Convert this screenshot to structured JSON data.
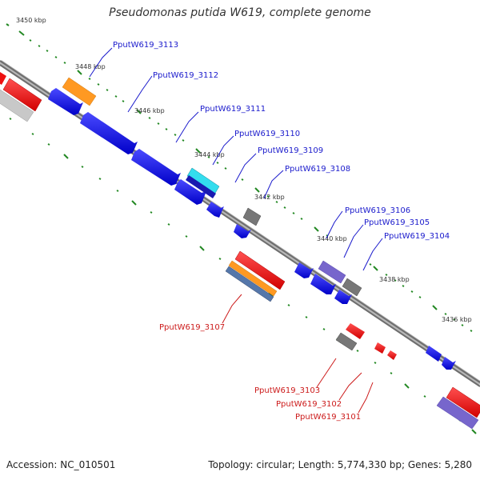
{
  "title": "Pseudomonas putida W619, complete genome",
  "footer": {
    "accession": "Accession: NC_010501",
    "summary": "Topology: circular; Length: 5,774,330 bp; Genes: 5,280"
  },
  "colors": {
    "forward_label": "#1a1acc",
    "reverse_label": "#cc1a1a",
    "tick": "#228822",
    "backbone": "#808080"
  },
  "kbp_labels": [
    "3450 kbp",
    "3448 kbp",
    "3446 kbp",
    "3444 kbp",
    "3442 kbp",
    "3440 kbp",
    "3438 kbp",
    "3436 kbp"
  ],
  "gene_labels": [
    "PputW619_3113",
    "PputW619_3112",
    "PputW619_3111",
    "PputW619_3110",
    "PputW619_3109",
    "PputW619_3108",
    "PputW619_3106",
    "PputW619_3105",
    "PputW619_3104",
    "PputW619_3107",
    "PputW619_3103",
    "PputW619_3102",
    "PputW619_3101"
  ]
}
